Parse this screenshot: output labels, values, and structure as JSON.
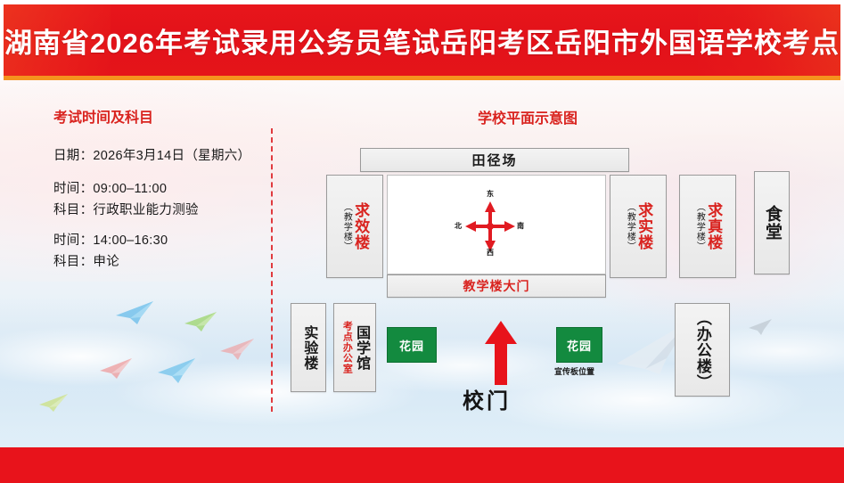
{
  "header": {
    "title": "湖南省2026年考试录用公务员笔试岳阳考区岳阳市外国语学校考点"
  },
  "left_panel": {
    "title": "考试时间及科目",
    "lines": [
      "日期：2026年3月14日（星期六）",
      "时间：09:00–11:00",
      "科目：行政职业能力测验",
      "时间：14:00–16:30",
      "科目：申论"
    ]
  },
  "map": {
    "title": "学校平面示意图",
    "compass": {
      "top": "东",
      "left": "北",
      "right": "南",
      "bottom": "西"
    },
    "buildings": {
      "track_field": "田径场",
      "qiuxiao": {
        "main": "求效楼",
        "sub": "（教学楼）"
      },
      "qiushi": {
        "main": "求实楼",
        "sub": "（教学楼）"
      },
      "qiuzhen": {
        "main": "求真楼",
        "sub": "（教学楼）"
      },
      "canteen": "食堂",
      "teaching_gate": "教学楼大门",
      "lab": "实验楼",
      "guoxue": {
        "main": "国学馆",
        "sub": "考点办公室"
      },
      "office": "（办公楼）",
      "garden_left": "花园",
      "garden_right": "花园",
      "board_caption": "宣传板位置",
      "school_gate": "校门"
    }
  },
  "colors": {
    "brand_red": "#e8131b",
    "accent_orange": "#f5921e",
    "title_red": "#d9231f",
    "garden_green": "#138a3f"
  }
}
